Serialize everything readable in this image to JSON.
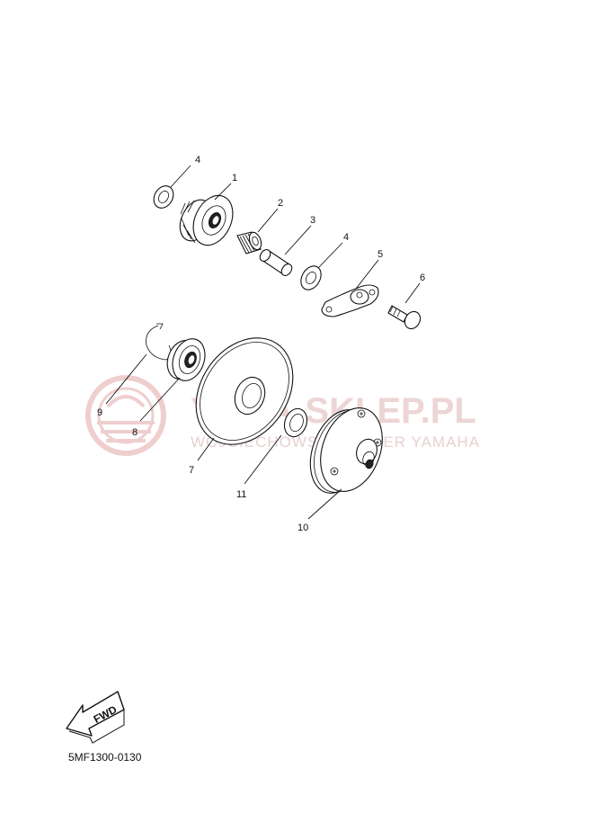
{
  "diagram": {
    "callouts": [
      "1",
      "2",
      "3",
      "4",
      "4",
      "5",
      "6",
      "7",
      "8",
      "9",
      "10",
      "11"
    ],
    "part_code": "5MF1300-0130",
    "direction_label": "FWD"
  },
  "watermark": {
    "site": "YAMA-SKLEP.PL",
    "subtitle": "WOJCIECHOWSKI DEALER YAMAHA"
  },
  "colors": {
    "line": "#111111",
    "watermark": "#e8c8c8"
  }
}
